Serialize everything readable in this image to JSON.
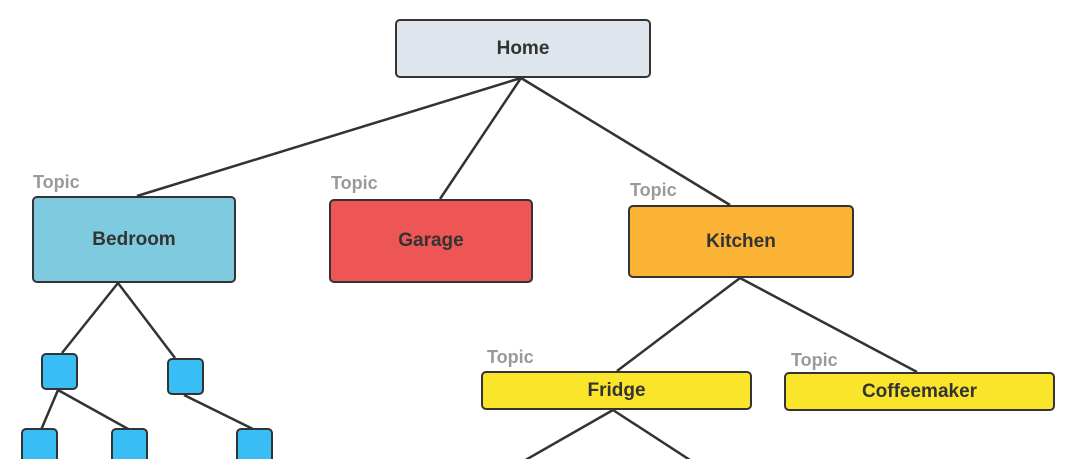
{
  "colors": {
    "line": "#333333",
    "home": "#dfe5ec",
    "bedroom": "#7ecbe0",
    "garage": "#ee5555",
    "kitchen": "#fbb336",
    "appliance": "#fbe52b",
    "leaf": "#39bdf5",
    "tag": "#9a9a9a"
  },
  "nodes": {
    "home": {
      "label": "Home"
    },
    "bedroom": {
      "label": "Bedroom",
      "tag": "Topic"
    },
    "garage": {
      "label": "Garage",
      "tag": "Topic"
    },
    "kitchen": {
      "label": "Kitchen",
      "tag": "Topic"
    },
    "fridge": {
      "label": "Fridge",
      "tag": "Topic"
    },
    "coffeemaker": {
      "label": "Coffeemaker",
      "tag": "Topic"
    }
  },
  "edges": [
    [
      "home",
      "bedroom"
    ],
    [
      "home",
      "garage"
    ],
    [
      "home",
      "kitchen"
    ],
    [
      "kitchen",
      "fridge"
    ],
    [
      "kitchen",
      "coffeemaker"
    ],
    [
      "bedroom",
      "leaf-1"
    ],
    [
      "bedroom",
      "leaf-2"
    ],
    [
      "leaf-1",
      "leaf-3"
    ],
    [
      "leaf-1",
      "leaf-4"
    ],
    [
      "leaf-2",
      "leaf-5"
    ]
  ]
}
